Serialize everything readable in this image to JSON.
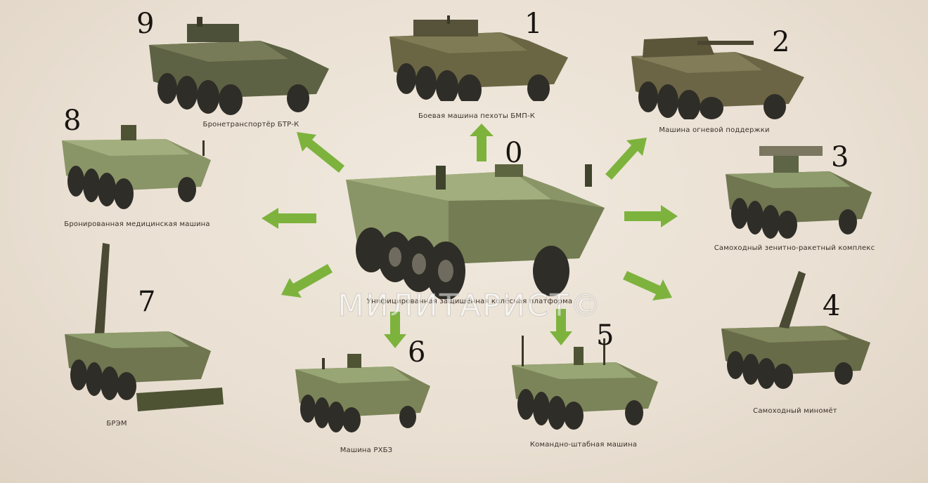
{
  "colors": {
    "arrow": "#7db33d",
    "hull_olive": "#6f7648",
    "hull_light": "#93a06a",
    "hull_dark": "#4e5334",
    "wheel": "#2f2d27"
  },
  "hub": {
    "number": "0",
    "caption": "Унифицированная защищённая колёсная платформа"
  },
  "variants": [
    {
      "id": "1",
      "number": "1",
      "caption": "Боевая машина пехоты БМП-К"
    },
    {
      "id": "2",
      "number": "2",
      "caption": "Машина огневой поддержки"
    },
    {
      "id": "3",
      "number": "3",
      "caption": "Самоходный зенитно-ракетный комплекс"
    },
    {
      "id": "4",
      "number": "4",
      "caption": "Самоходный миномёт"
    },
    {
      "id": "5",
      "number": "5",
      "caption": "Командно-штабная машина"
    },
    {
      "id": "6",
      "number": "6",
      "caption": "Машина РХБЗ"
    },
    {
      "id": "7",
      "number": "7",
      "caption": "БРЭМ"
    },
    {
      "id": "8",
      "number": "8",
      "caption": "Бронированная медицинская машина"
    },
    {
      "id": "9",
      "number": "9",
      "caption": "Бронетранспортёр БТР-К"
    }
  ],
  "watermark": "МИЛИТАРИСТ©"
}
